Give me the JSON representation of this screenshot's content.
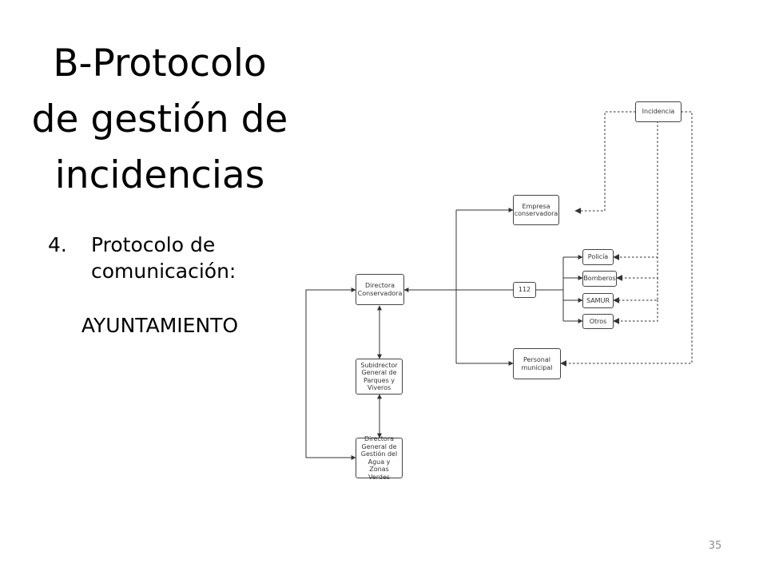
{
  "slide": {
    "title_lines": [
      "B-Protocolo",
      "de gestión de",
      "incidencias"
    ],
    "list_number": "4.",
    "list_text": "Protocolo de comunicación:",
    "organization": "AYUNTAMIENTO",
    "page_number": "35"
  },
  "diagram": {
    "nodes": {
      "incidencia": "Incidencia",
      "empresa": "Empresa conservadora",
      "policia": "Policía",
      "bomberos": "Bomberos",
      "samur": "SAMUR",
      "otros": "Otros",
      "n112": "112",
      "directora_conservadora": "Directora Conservadora",
      "personal": "Personal municipal",
      "subdirector": "Subidrector General de Parques y Viveros",
      "directora_general": "Directora General de Gestión del Agua y Zonas Verdes"
    }
  }
}
